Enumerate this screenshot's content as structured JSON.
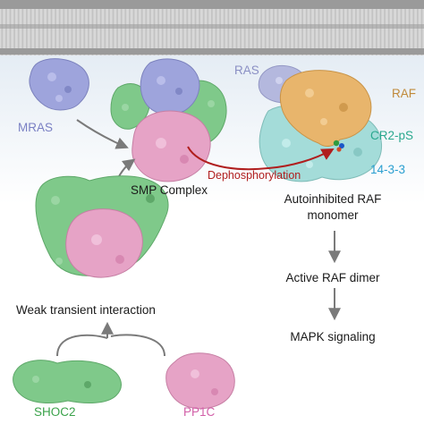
{
  "colors": {
    "membrane_top": "#9a9a9a",
    "membrane_fill": "#d6d6d6",
    "background_top": "#e4ecf4",
    "shoc2": "#7fc98a",
    "pp1c": "#e6a3c6",
    "mras": "#9ea4dc",
    "ras": "#b4b8de",
    "raf": "#e8b56c",
    "protein_14_3_3": "#a4dcd9",
    "arrow": "#7a7a7a",
    "dephos_arrow": "#b01e1e"
  },
  "labels": {
    "mras": "MRAS",
    "ras": "RAS",
    "raf": "RAF",
    "cr2_ps": "CR2-pS",
    "protein_14_3_3": "14-3-3",
    "smp_complex": "SMP Complex",
    "dephosphorylation": "Dephosphorylation",
    "autoinhibited_line1": "Autoinhibited RAF",
    "autoinhibited_line2": "monomer",
    "weak_transient": "Weak transient interaction",
    "shoc2": "SHOC2",
    "pp1c": "PP1C",
    "active_raf_dimer": "Active RAF dimer",
    "mapk_signaling": "MAPK signaling"
  },
  "label_colors": {
    "mras": "#7a80c4",
    "ras": "#8a8fc4",
    "raf": "#c08a3a",
    "cr2_ps": "#2aa88e",
    "protein_14_3_3": "#2a9fd0",
    "dephosphorylation": "#b01e1e",
    "shoc2": "#3aa24a",
    "pp1c": "#d25fa8"
  }
}
